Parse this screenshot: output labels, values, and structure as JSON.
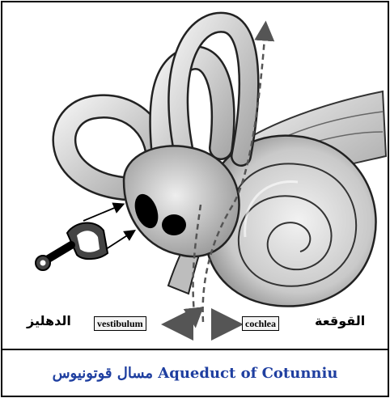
{
  "labels": {
    "vestibulum_ar": "الدهليز",
    "vestibulum_latin": "vestibulum",
    "cochlea_latin": "cochlea",
    "cochlea_ar": "القوقعة"
  },
  "caption": {
    "text": "مسال قوتونيوس Aqueduct of Cotunniu"
  },
  "colors": {
    "caption_text": "#1f3fa0",
    "border": "#000000"
  }
}
